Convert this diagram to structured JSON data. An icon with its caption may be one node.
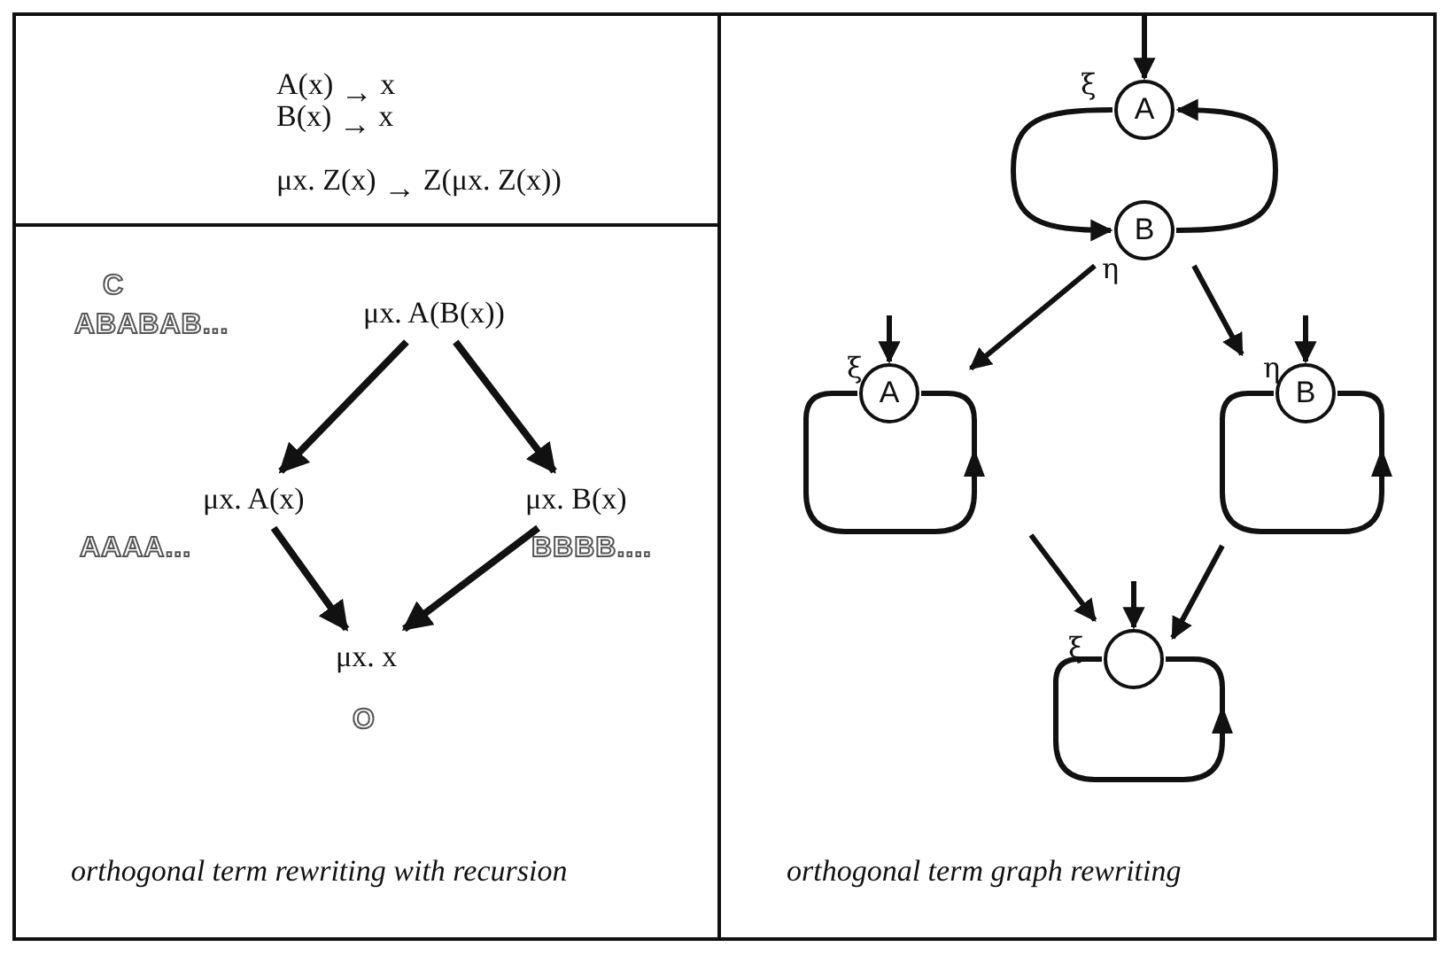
{
  "diagram": {
    "nodes": [
      {
        "text": [
          "μx. A(B(x))"
        ],
        "beside": [
          "C",
          "ABABAB..."
        ]
      },
      {
        "text": [
          "μx. A(x)"
        ],
        "beside": [
          "AAAA..."
        ]
      },
      {
        "text": [
          "μx. B(x)"
        ],
        "beside": [
          "BBBB...."
        ]
      },
      {
        "text": [
          "μx. x"
        ],
        "beside": [
          "O"
        ]
      },
      {
        "text": [
          "A"
        ],
        "beside": [
          "ξ"
        ]
      },
      {
        "text": [
          "B"
        ],
        "beside": [
          "η"
        ]
      },
      {
        "text": [
          "A"
        ],
        "beside": [
          "ξ"
        ]
      },
      {
        "text": [
          "B"
        ],
        "beside": [
          "η"
        ]
      },
      {
        "text": [],
        "shape": "circle",
        "beside": [
          "ξ"
        ]
      }
    ],
    "edges": [
      {
        "from": 0,
        "to": 1,
        "arrow": "to"
      },
      {
        "from": 0,
        "to": 2,
        "arrow": "to"
      },
      {
        "from": 1,
        "to": 3,
        "arrow": "to"
      },
      {
        "from": 2,
        "to": 3,
        "arrow": "to"
      },
      {
        "from": null,
        "to": 4,
        "arrow": "to"
      },
      {
        "from": 4,
        "to": 5,
        "arrow": "to"
      },
      {
        "from": 5,
        "to": 4,
        "arrow": "to"
      },
      {
        "from": 5,
        "to": 6,
        "arrow": "to"
      },
      {
        "from": 5,
        "to": 7,
        "arrow": "to"
      },
      {
        "from": null,
        "to": 6,
        "arrow": "to"
      },
      {
        "from": 6,
        "to": 6,
        "arrow": "to"
      },
      {
        "from": null,
        "to": 7,
        "arrow": "to"
      },
      {
        "from": 7,
        "to": 7,
        "arrow": "to"
      },
      {
        "from": null,
        "to": 8,
        "arrow": "to"
      },
      {
        "from": null,
        "to": 8,
        "arrow": "to"
      },
      {
        "from": null,
        "to": 8,
        "arrow": "to"
      },
      {
        "from": 8,
        "to": 8,
        "arrow": "to"
      }
    ],
    "labels": [
      "A(x) $_{→}$  x",
      "B(x) $_{→}$  x",
      "μx. Z(x)  $_{→}$ Z(μx. Z(x))",
      "orthogonal term rewriting with recursion",
      "orthogonal term graph  rewriting"
    ]
  }
}
